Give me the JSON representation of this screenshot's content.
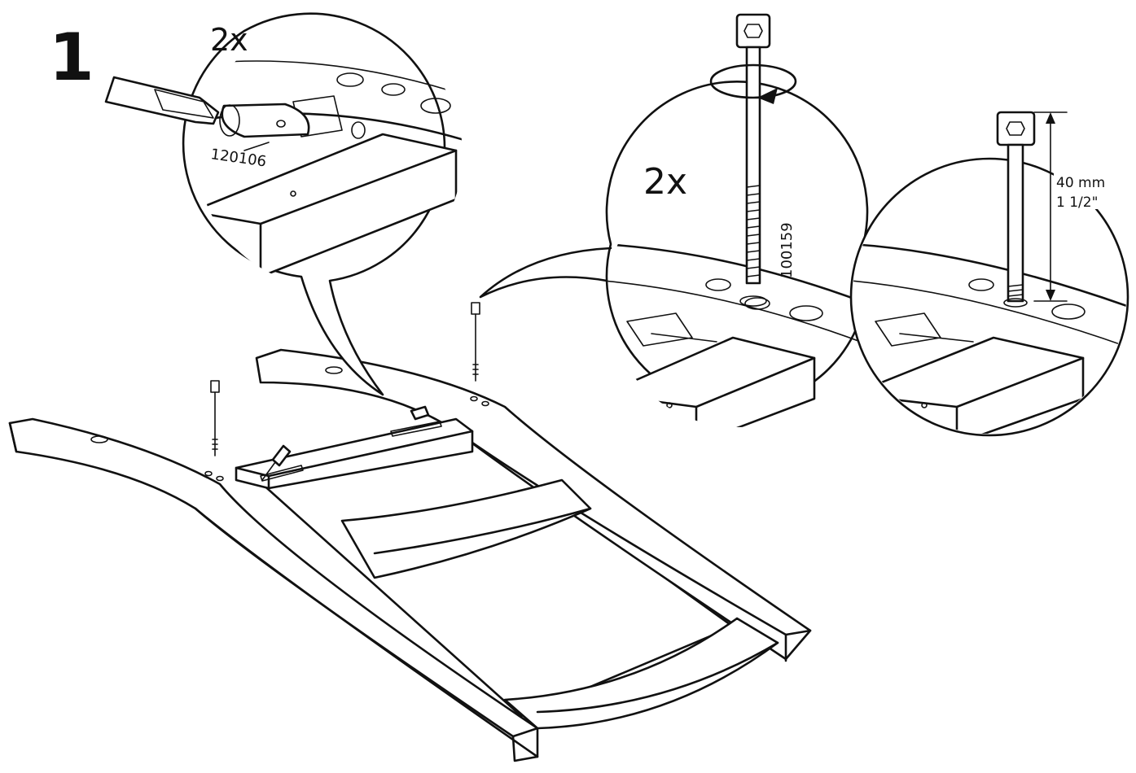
{
  "step_number": "1",
  "left_detail": {
    "quantity": "2x",
    "part_number": "120106"
  },
  "right_detail": {
    "quantity": "2x",
    "part_number": "100159",
    "dimension_metric": "40 mm",
    "dimension_imperial": "1 1/2\""
  },
  "colors": {
    "line": "#111111",
    "background": "#ffffff"
  }
}
